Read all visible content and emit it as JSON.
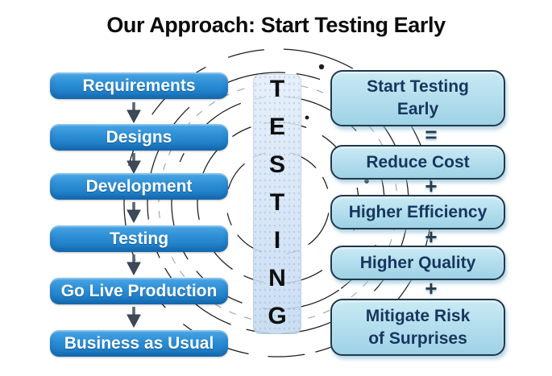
{
  "title": "Our Approach: Start Testing Early",
  "left_flow": {
    "steps": [
      "Requirements",
      "Designs",
      "Development",
      "Testing",
      "Go Live Production",
      "Business as Usual"
    ]
  },
  "center": {
    "vertical_label": "TESTING",
    "letters": [
      "T",
      "E",
      "S",
      "T",
      "I",
      "N",
      "G"
    ]
  },
  "right_flow": {
    "items": [
      {
        "lines": [
          "Start Testing",
          "Early"
        ]
      },
      {
        "lines": [
          "Reduce Cost"
        ]
      },
      {
        "lines": [
          "Higher Efficiency"
        ]
      },
      {
        "lines": [
          "Higher Quality"
        ]
      },
      {
        "lines": [
          "Mitigate Risk",
          "of Surprises"
        ]
      }
    ],
    "operators": [
      "=",
      "+",
      "+",
      "+"
    ]
  },
  "colors": {
    "title": "#0b0b0b",
    "process_top": "#4ba6e5",
    "process_mid": "#2b8dd4",
    "process_bottom": "#1877c0",
    "process_text": "#ffffff",
    "benefit_top": "#c9eaf4",
    "benefit_bottom": "#9ed2e6",
    "benefit_border": "#22374b",
    "benefit_text": "#16365f",
    "panel_top": "#e4eefb",
    "panel_bottom": "#c4daf1",
    "panel_letter": "#0e0e0e",
    "arrow_dark": "#3e4a57",
    "arrow_light": "#5a6672",
    "sketch_line": "#1c1c1c",
    "sketch_faint": "#98a2ac",
    "operator": "#2d3945"
  }
}
